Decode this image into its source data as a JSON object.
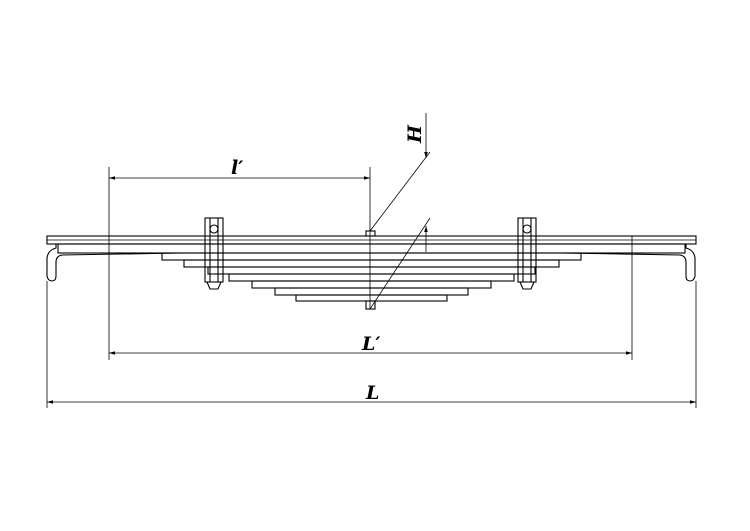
{
  "labels": {
    "span_effective": "L′",
    "span_total": "L",
    "half_span": "l′",
    "height": "H"
  },
  "colors": {
    "line": "#000000",
    "background": "#ffffff"
  }
}
